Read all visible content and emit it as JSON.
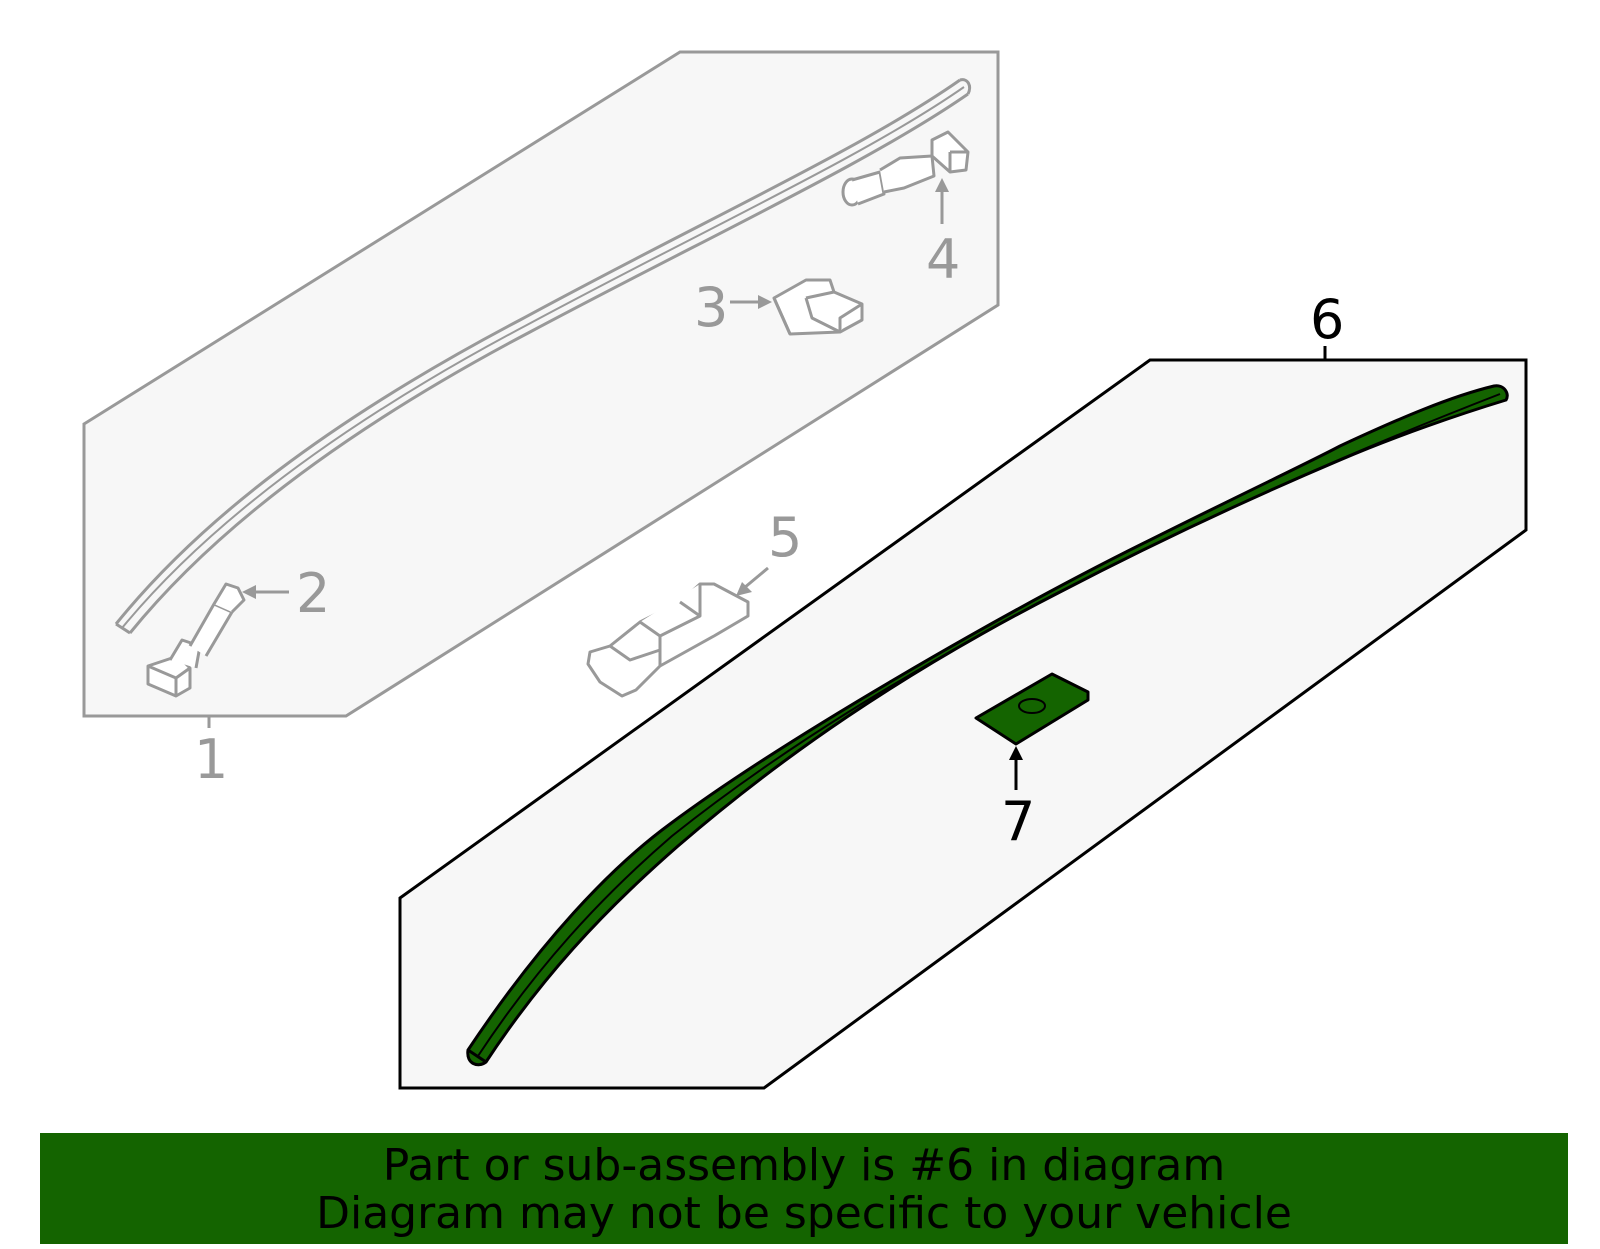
{
  "callouts": {
    "part_1": "1",
    "part_2": "2",
    "part_3": "3",
    "part_4": "4",
    "part_5": "5",
    "part_6": "6",
    "part_7": "7"
  },
  "banner": {
    "line1": "Part or sub-assembly is #6 in diagram",
    "line2": "Diagram may not be specific to your vehicle"
  },
  "colors": {
    "highlight": "#146400",
    "outline_grey": "#999999",
    "panel_fill": "#f7f7f7"
  }
}
